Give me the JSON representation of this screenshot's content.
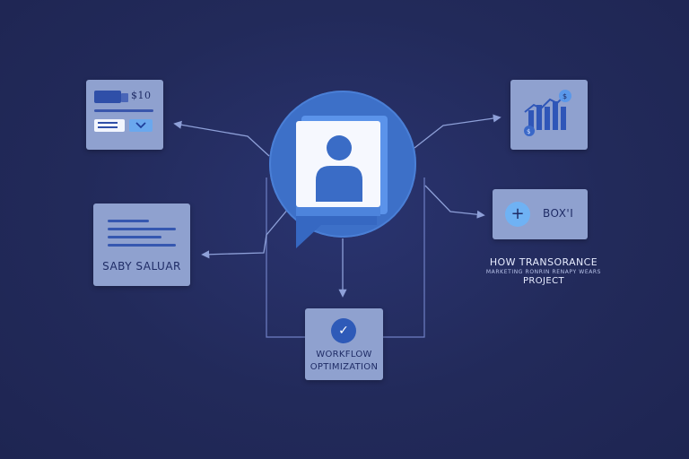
{
  "colors": {
    "background": "#222a5a",
    "card": "#8fa1cf",
    "hub": "#3d70c8",
    "accent": "#6fb2f4",
    "connector": "#8ea0d8"
  },
  "cards": {
    "top_left": {
      "amount": "$10",
      "icon": "chevron-down-icon"
    },
    "mid_left": {
      "caption": "SABY SALUAR"
    },
    "top_right": {
      "icon": "bar-chart-icon"
    },
    "mid_right": {
      "icon": "plus-icon",
      "label": "BOX'I"
    },
    "bottom": {
      "icon": "check-icon",
      "caption_line1": "WORKFLOW",
      "caption_line2": "OPTIMIZATION"
    }
  },
  "hub": {
    "icon": "user-profile-icon"
  },
  "annotation": {
    "line1": "HOW TRANSORANCE",
    "line2": "MARKETING RONRIN RENAPY WEARS",
    "line3": "PROJECT"
  }
}
